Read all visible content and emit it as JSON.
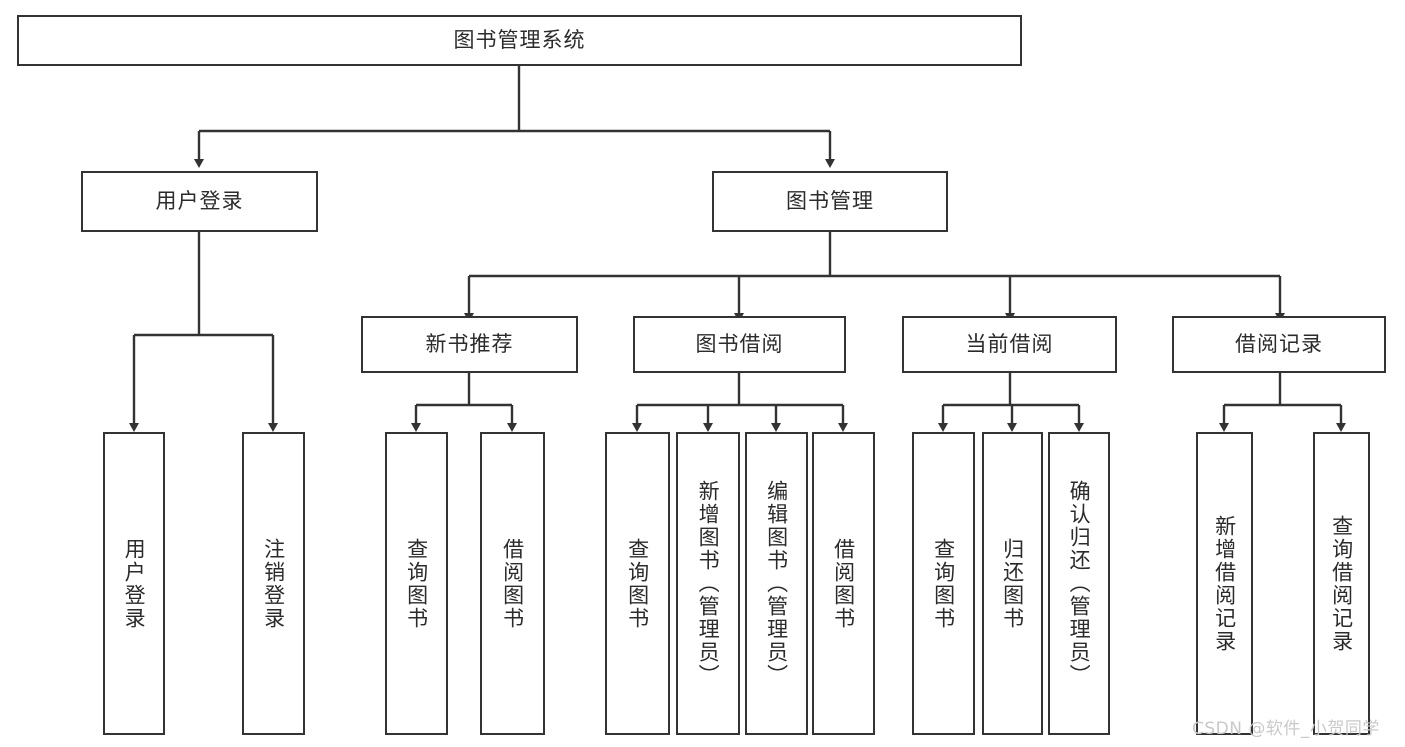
{
  "diagram": {
    "title": "图书管理系统",
    "type": "hierarchy-tree",
    "line_color": "#333333",
    "box_fill": "#ffffff",
    "text_color": "#2b2b2b",
    "background": "#ffffff"
  },
  "nodes": {
    "root": {
      "label": "图书管理系统",
      "orientation": "horizontal"
    },
    "level2": [
      {
        "label": "用户登录",
        "orientation": "horizontal"
      },
      {
        "label": "图书管理",
        "orientation": "horizontal"
      }
    ],
    "level3": [
      {
        "label": "新书推荐",
        "orientation": "horizontal"
      },
      {
        "label": "图书借阅",
        "orientation": "horizontal"
      },
      {
        "label": "当前借阅",
        "orientation": "horizontal"
      },
      {
        "label": "借阅记录",
        "orientation": "horizontal"
      }
    ],
    "leaves": {
      "user_login": [
        {
          "label": "用户登录",
          "orientation": "vertical"
        },
        {
          "label": "注销登录",
          "orientation": "vertical"
        }
      ],
      "new_book_recommend": [
        {
          "label": "查询图书",
          "orientation": "vertical"
        },
        {
          "label": "借阅图书",
          "orientation": "vertical"
        }
      ],
      "book_borrow": [
        {
          "label": "查询图书",
          "orientation": "vertical"
        },
        {
          "label": "新增图书（管理员）",
          "orientation": "vertical"
        },
        {
          "label": "编辑图书（管理员）",
          "orientation": "vertical"
        },
        {
          "label": "借阅图书",
          "orientation": "vertical"
        }
      ],
      "current_borrow": [
        {
          "label": "查询图书",
          "orientation": "vertical"
        },
        {
          "label": "归还图书",
          "orientation": "vertical"
        },
        {
          "label": "确认归还（管理员）",
          "orientation": "vertical"
        }
      ],
      "borrow_record": [
        {
          "label": "新增借阅记录",
          "orientation": "vertical"
        },
        {
          "label": "查询借阅记录",
          "orientation": "vertical"
        }
      ]
    }
  },
  "watermark": {
    "text": "CSDN @软件_小贺同学",
    "color": "#c9c9c9"
  }
}
